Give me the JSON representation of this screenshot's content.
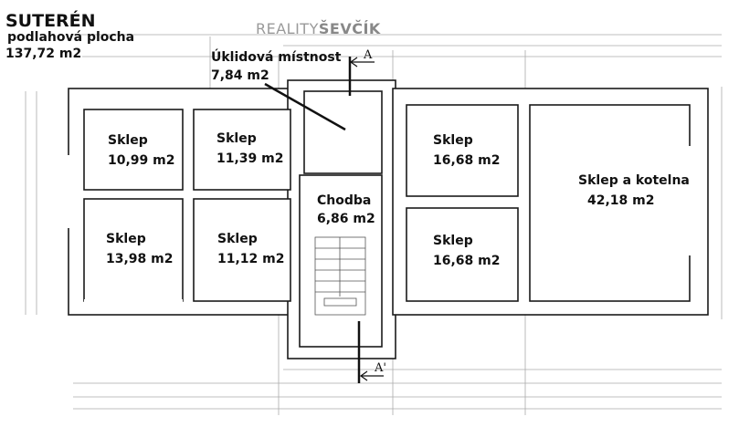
{
  "header": {
    "title": "SUTERÉN",
    "subtitle": "podlahová plocha",
    "total_area": "137,72 m2"
  },
  "watermark": {
    "prefix": "REALITY",
    "brand": "ŠEVČÍK"
  },
  "section_marks": {
    "top": "A",
    "bottom": "A'"
  },
  "rooms": [
    {
      "name": "Sklep",
      "area": "10,99 m2"
    },
    {
      "name": "Sklep",
      "area": "11,39 m2"
    },
    {
      "name": "Sklep",
      "area": "13,98 m2"
    },
    {
      "name": "Sklep",
      "area": "11,12 m2"
    },
    {
      "name": "Úklidová místnost",
      "area": "7,84 m2"
    },
    {
      "name": "Chodba",
      "area": "6,86 m2"
    },
    {
      "name": "Sklep",
      "area": "16,68 m2"
    },
    {
      "name": "Sklep",
      "area": "16,68 m2"
    },
    {
      "name": "Sklep a kotelna",
      "area": "42,18 m2"
    }
  ],
  "colors": {
    "walls": "#1a1a1a",
    "dimension_lines": "#9a9a9a",
    "watermark": "#9a9a9a"
  }
}
